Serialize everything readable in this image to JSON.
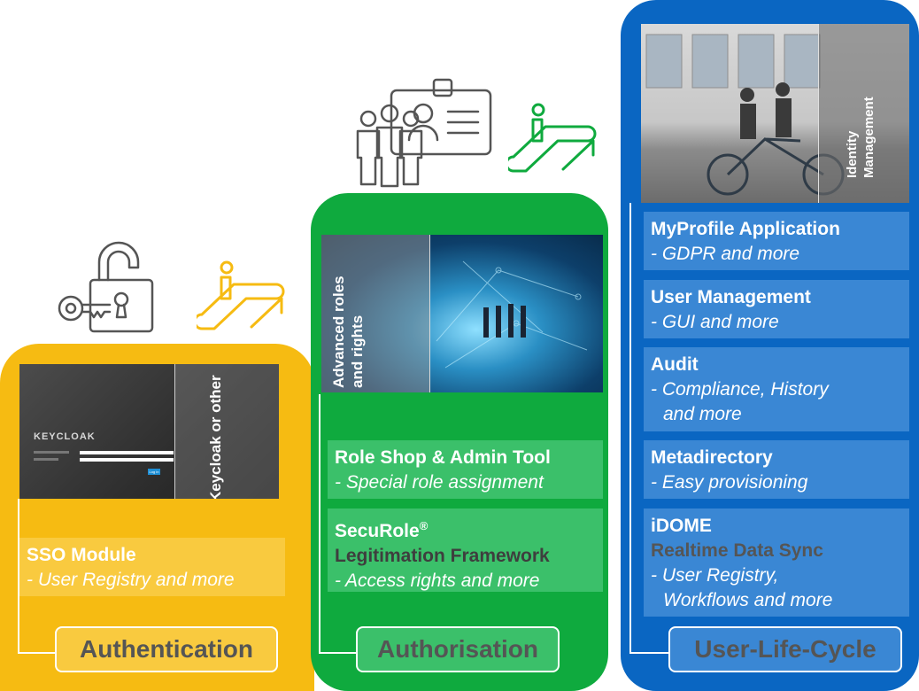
{
  "authentication": {
    "label": "Authentication",
    "screenshot_overlay": "Keycloak or other",
    "screenshot_brand": "KEYCLOAK",
    "login_button": "Log in",
    "sso_title": "SSO Module",
    "sso_sub": "- User Registry and more"
  },
  "authorisation": {
    "label": "Authorisation",
    "image_overlay": "Advanced roles and rights",
    "box1_title": "Role Shop & Admin Tool",
    "box1_sub": "- Special role assignment",
    "box2_title": "SecuRole",
    "box2_title_sup": "®",
    "box2_title2": "Legitimation Framework",
    "box2_sub": "- Access rights and more"
  },
  "lifecycle": {
    "label": "User-Life-Cycle",
    "image_overlay": "Identity Management",
    "items": [
      {
        "title": "MyProfile Application",
        "sub": "- GDPR and more"
      },
      {
        "title": "User Management",
        "sub": "- GUI and more"
      },
      {
        "title": "Audit",
        "sub": "- Compliance, History",
        "sub2": "and more"
      },
      {
        "title": "Metadirectory",
        "sub": "- Easy provisioning"
      },
      {
        "title": "iDOME",
        "dim": "Realtime Data Sync",
        "sub": "- User Registry,",
        "sub2": "Workflows and more"
      }
    ]
  },
  "colors": {
    "yellow": "#f6bb12",
    "green": "#0faa3e",
    "blue": "#0a66c2"
  }
}
